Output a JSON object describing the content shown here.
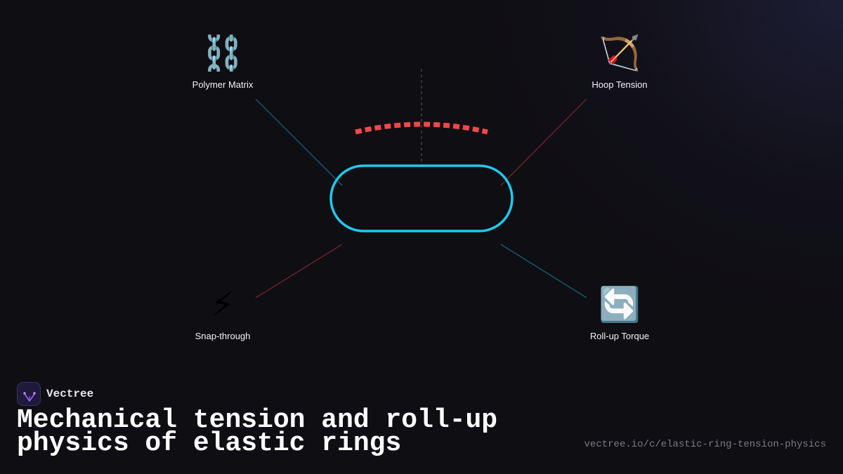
{
  "nodes": [
    {
      "emoji": "⛓️",
      "label": "Polymer Matrix"
    },
    {
      "emoji": "🏹",
      "label": "Hoop Tension"
    },
    {
      "emoji": "⚡",
      "label": "Snap-through"
    },
    {
      "emoji": "🔄",
      "label": "Roll-up Torque"
    }
  ],
  "brand": {
    "name": "Vectree"
  },
  "title": "Mechanical tension and roll-up physics of elastic rings",
  "url": "vectree.io/c/elastic-ring-tension-physics",
  "colors": {
    "ring": "#1ccbf0",
    "tension_arc": "#f04848",
    "connector_cyan": "#0f5a72",
    "connector_red": "#6a2228",
    "center_axis": "#4a4a55"
  },
  "icons": {
    "brand": "vectree-logo-icon"
  }
}
